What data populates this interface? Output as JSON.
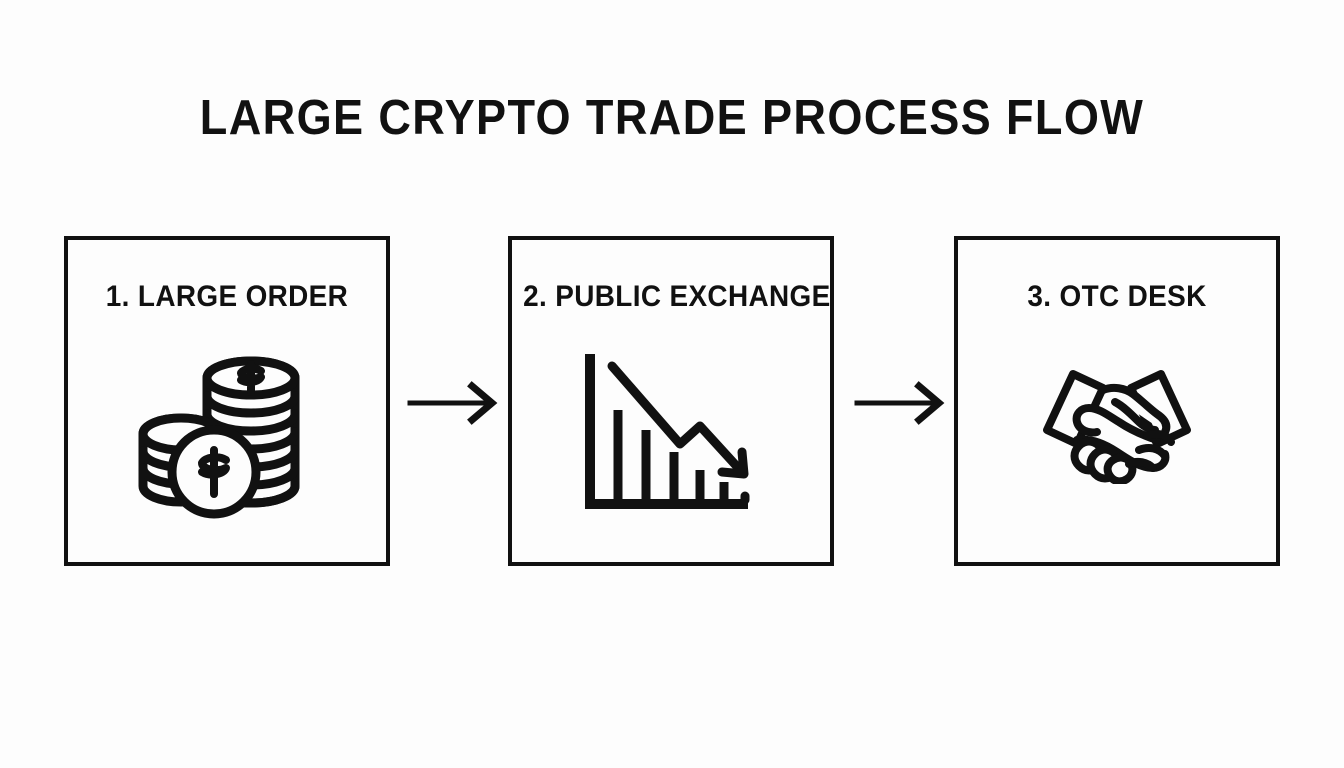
{
  "page": {
    "title": "LARGE CRYPTO TRADE PROCESS FLOW",
    "background_color": "#fdfdfd",
    "ink_color": "#111111"
  },
  "diagram": {
    "type": "process-flow",
    "orientation": "horizontal",
    "step_count": 3,
    "connector_count": 2,
    "steps": [
      {
        "number": "1",
        "label": "1. LARGE ORDER",
        "icon": "coin-stacks-icon",
        "icon_description": "stacks of dollar coins"
      },
      {
        "number": "2",
        "label": "2. PUBLIC EXCHANGE",
        "icon": "declining-bar-chart-icon",
        "icon_description": "bar chart with downward trend arrow"
      },
      {
        "number": "3",
        "label": "3. OTC DESK",
        "icon": "handshake-icon",
        "icon_description": "two hands shaking with cuffs"
      }
    ],
    "connectors": [
      {
        "name": "arrow-step1-to-step2",
        "glyph": "right-arrow-icon"
      },
      {
        "name": "arrow-step2-to-step3",
        "glyph": "right-arrow-icon"
      }
    ]
  }
}
